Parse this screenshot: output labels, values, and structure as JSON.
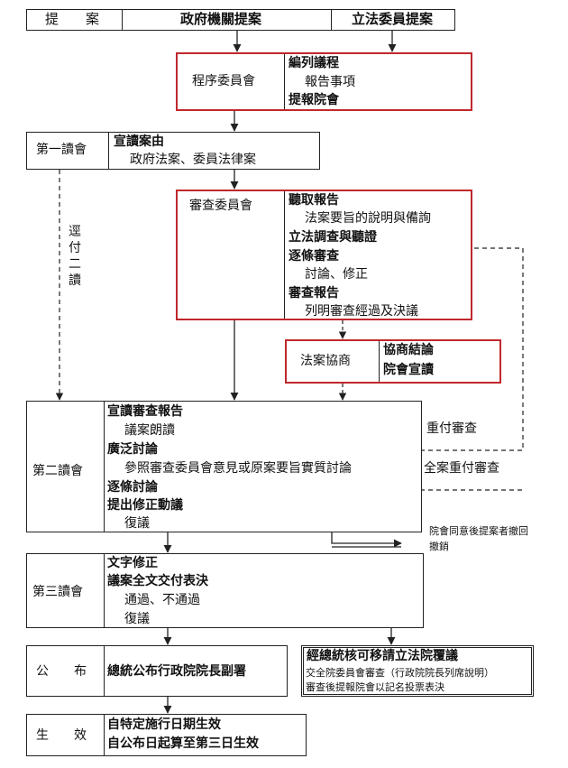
{
  "header": {
    "proposal": "提　　案",
    "gov_bill": "政府機關提案",
    "legislator_bill": "立法委員提案"
  },
  "procedure": {
    "committee": "程序委員會",
    "line1": "編列議程",
    "line2": "報告事項",
    "line3": "提報院會"
  },
  "first_reading": {
    "label": "第一讀會",
    "line1": "宣讀案由",
    "line2": "政府法案、委員法律案"
  },
  "review": {
    "committee": "審查委員會",
    "line1": "聽取報告",
    "line2": "法案要旨的說明與備詢",
    "line3": "立法調查與聽證",
    "line4": "逐條審查",
    "line5": "討論、修正",
    "line6": "審查報告",
    "line7": "列明審查經過及決議"
  },
  "direct_second": "逕付二讀",
  "negotiation": {
    "label": "法案協商",
    "line1": "協商結論",
    "line2": "院會宣讀"
  },
  "second_reading": {
    "label": "第二讀會",
    "line1": "宣讀審查報告",
    "line2": "議案朗讀",
    "line3": "廣泛討論",
    "line4": "參照審查委員會意見或原案要旨實質討論",
    "line5": "逐條討論",
    "line6": "提出修正動議",
    "line7": "復議",
    "re_review": "重付審查",
    "full_re_review": "全案重付審查",
    "withdraw_note": "院會同意後提案者撤回",
    "withdraw": "撤銷"
  },
  "third_reading": {
    "label": "第三讀會",
    "line1": "文字修正",
    "line2": "議案全文交付表決",
    "line3": "通過、不通過",
    "line4": "復議"
  },
  "promulgation": {
    "label": "公　　布",
    "text": "總統公布行政院院長副署"
  },
  "reconsideration": {
    "title": "經總統核可移請立法院覆議",
    "line1": "交全院委員會審查（行政院院長列席說明）",
    "line2": "審查後提報院會以記名投票表決"
  },
  "effect": {
    "label": "生　　效",
    "line1": "自特定施行日期生效",
    "line2": "自公布日起算至第三日生效"
  }
}
